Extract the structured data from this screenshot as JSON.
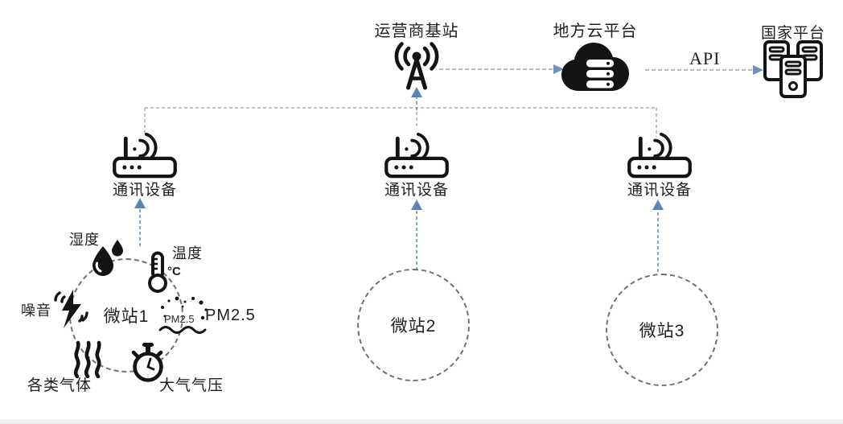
{
  "platforms": {
    "base_station": {
      "label": "运营商基站"
    },
    "cloud": {
      "label": "地方云平台"
    },
    "national": {
      "label": "国家平台"
    },
    "api_label": "API"
  },
  "comm_devices": [
    {
      "label": "通讯设备"
    },
    {
      "label": "通讯设备"
    },
    {
      "label": "通讯设备"
    }
  ],
  "micro_stations": [
    {
      "label": "微站1"
    },
    {
      "label": "微站2"
    },
    {
      "label": "微站3"
    }
  ],
  "sensors": {
    "humidity": {
      "label": "湿度"
    },
    "temperature": {
      "label": "温度",
      "unit": "°C"
    },
    "noise": {
      "label": "噪音"
    },
    "pm25": {
      "label": "PM2.5",
      "icon_text": "PM2.5"
    },
    "gases": {
      "label": "各类气体"
    },
    "pressure": {
      "label": "大气气压"
    }
  },
  "colors": {
    "icon": "#141414",
    "dashed_line": "#a0a4a8",
    "arrow_blue": "#5b84b4",
    "text": "#1f1f1f"
  }
}
